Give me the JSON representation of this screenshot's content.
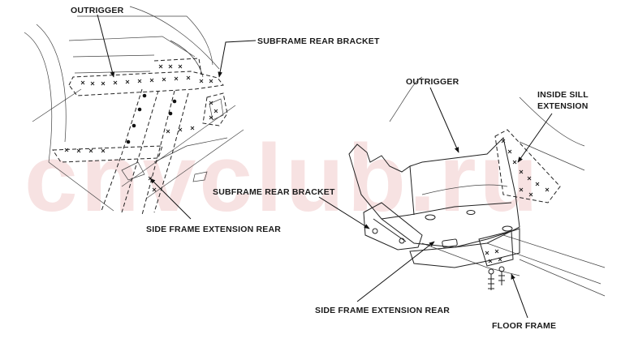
{
  "watermark": "cnvclub.ru",
  "left_view": {
    "outrigger": "OUTRIGGER",
    "subframe_rear_bracket": "SUBFRAME REAR BRACKET",
    "side_frame_extension_rear": "SIDE FRAME EXTENSION REAR"
  },
  "right_view": {
    "outrigger": "OUTRIGGER",
    "inside_sill_extension_line1": "INSIDE SILL",
    "inside_sill_extension_line2": "EXTENSION",
    "subframe_rear_bracket": "SUBFRAME REAR BRACKET",
    "side_frame_extension_rear": "SIDE FRAME EXTENSION REAR",
    "floor_frame": "FLOOR FRAME"
  },
  "colors": {
    "line": "#222222",
    "watermark": "#e8a6a6",
    "background": "#ffffff"
  }
}
